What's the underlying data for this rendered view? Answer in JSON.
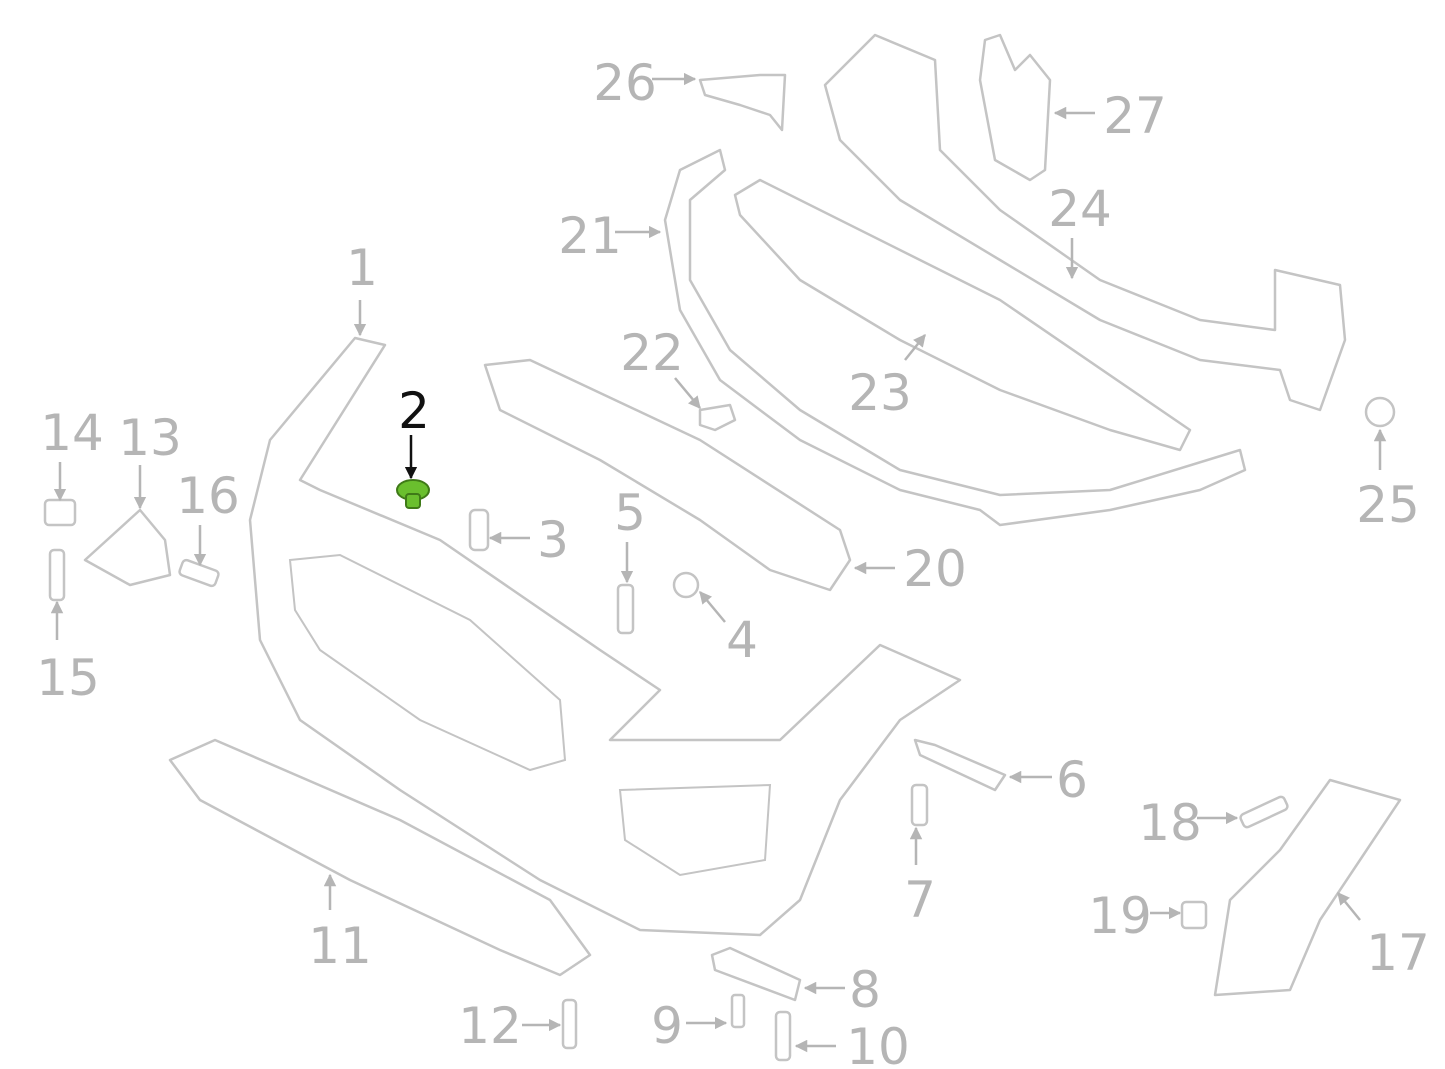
{
  "diagram": {
    "highlight_color": "#6abf2e",
    "label_color": "#b5b5b5",
    "active_label_color": "#111111",
    "selected_part": "2",
    "callouts": [
      {
        "id": "1",
        "label": "1"
      },
      {
        "id": "2",
        "label": "2"
      },
      {
        "id": "3",
        "label": "3"
      },
      {
        "id": "4",
        "label": "4"
      },
      {
        "id": "5",
        "label": "5"
      },
      {
        "id": "6",
        "label": "6"
      },
      {
        "id": "7",
        "label": "7"
      },
      {
        "id": "8",
        "label": "8"
      },
      {
        "id": "9",
        "label": "9"
      },
      {
        "id": "10",
        "label": "10"
      },
      {
        "id": "11",
        "label": "11"
      },
      {
        "id": "12",
        "label": "12"
      },
      {
        "id": "13",
        "label": "13"
      },
      {
        "id": "14",
        "label": "14"
      },
      {
        "id": "15",
        "label": "15"
      },
      {
        "id": "16",
        "label": "16"
      },
      {
        "id": "17",
        "label": "17"
      },
      {
        "id": "18",
        "label": "18"
      },
      {
        "id": "19",
        "label": "19"
      },
      {
        "id": "20",
        "label": "20"
      },
      {
        "id": "21",
        "label": "21"
      },
      {
        "id": "22",
        "label": "22"
      },
      {
        "id": "23",
        "label": "23"
      },
      {
        "id": "24",
        "label": "24"
      },
      {
        "id": "25",
        "label": "25"
      },
      {
        "id": "26",
        "label": "26"
      },
      {
        "id": "27",
        "label": "27"
      }
    ]
  }
}
